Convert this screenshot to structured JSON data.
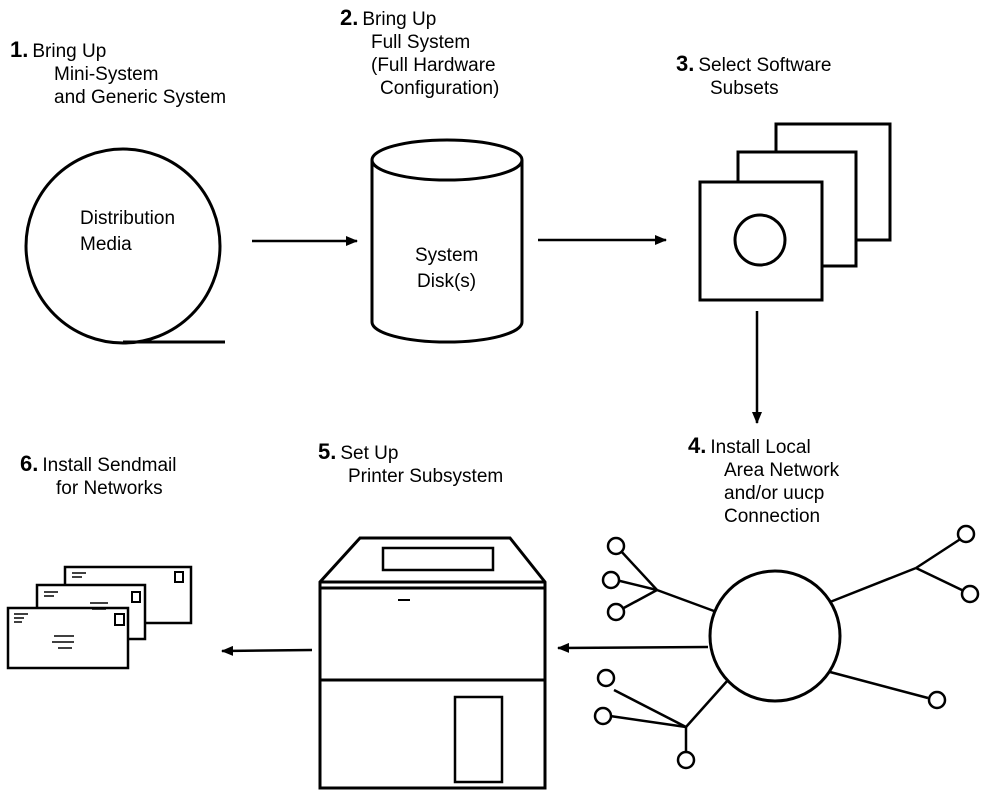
{
  "steps": [
    {
      "number": "1.",
      "lines": [
        "Bring Up",
        "Mini-System",
        "and Generic System"
      ]
    },
    {
      "number": "2.",
      "lines": [
        "Bring Up",
        "Full System",
        "(Full Hardware",
        "Configuration)"
      ]
    },
    {
      "number": "3.",
      "lines": [
        "Select Software",
        "Subsets"
      ]
    },
    {
      "number": "4.",
      "lines": [
        "Install Local",
        "Area Network",
        "and/or uucp",
        "Connection"
      ]
    },
    {
      "number": "5.",
      "lines": [
        "Set Up",
        "Printer Subsystem"
      ]
    },
    {
      "number": "6.",
      "lines": [
        "Install Sendmail",
        "for Networks"
      ]
    }
  ],
  "media": {
    "lines": [
      "Distribution",
      "Media"
    ]
  },
  "disk": {
    "lines": [
      "System",
      "Disk(s)"
    ]
  }
}
